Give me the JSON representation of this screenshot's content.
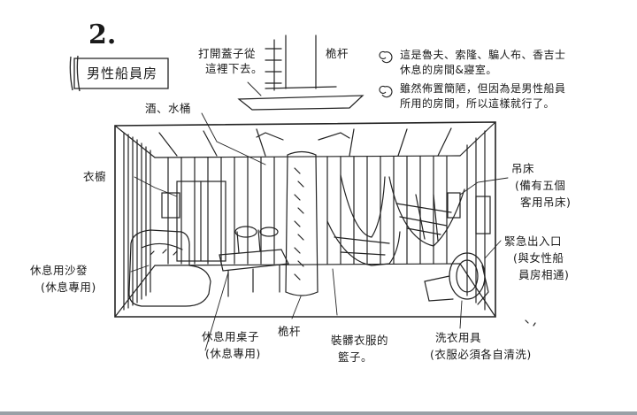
{
  "page_number": "2.",
  "title": "男性船員房",
  "top_labels": {
    "hatch": [
      "打開蓋子從",
      "這裡下去。"
    ],
    "mast_top": "桅杆"
  },
  "notes": [
    "這是魯夫、索隆、騙人布、香吉士",
    "休息的房間&寢室。",
    "雖然佈置簡陋，但因為是男性船員",
    "所用的房間，所以這樣就行了。"
  ],
  "labels": {
    "wine_bucket": "酒、水桶",
    "wardrobe": "衣櫥",
    "sofa": [
      "休息用沙發",
      "(休息專用)"
    ],
    "table": [
      "休息用桌子",
      "(休息專用)"
    ],
    "mast_bottom": "桅杆",
    "basket": [
      "裝髒衣服的",
      "籃子。"
    ],
    "hammock": [
      "吊床",
      "(備有五個",
      "客用吊床)"
    ],
    "exit": [
      "緊急出入口",
      "(與女性船",
      "員房相通)"
    ],
    "laundry": [
      "洗衣用具",
      "(衣服必須各自清洗)"
    ]
  }
}
